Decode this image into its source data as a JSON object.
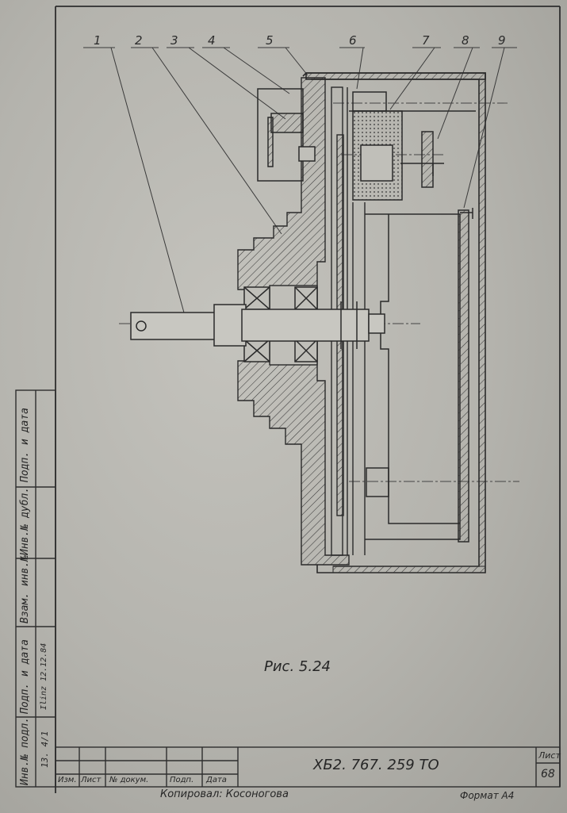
{
  "drawing": {
    "callouts": [
      "1",
      "2",
      "3",
      "4",
      "5",
      "6",
      "7",
      "8",
      "9"
    ],
    "caption": "Рис. 5.24"
  },
  "left_strip": {
    "fields": [
      "Подп. и дата",
      "Инв.№ дубл.",
      "Взам. инв.№",
      "Подп. и дата",
      "Инв.№ подл."
    ],
    "values": [
      "Ilinz 12.12.84",
      "13. 4/1"
    ]
  },
  "title_block": {
    "headers": [
      "Изм.",
      "Лист",
      "№ докум.",
      "Подп.",
      "Дата"
    ],
    "doc_number": "ХБ2. 767. 259 ТО",
    "sheet_label": "Лист",
    "sheet_number": "68"
  },
  "footer": {
    "copied_by": "Копировал: Косоногова",
    "format": "Формат А4"
  }
}
